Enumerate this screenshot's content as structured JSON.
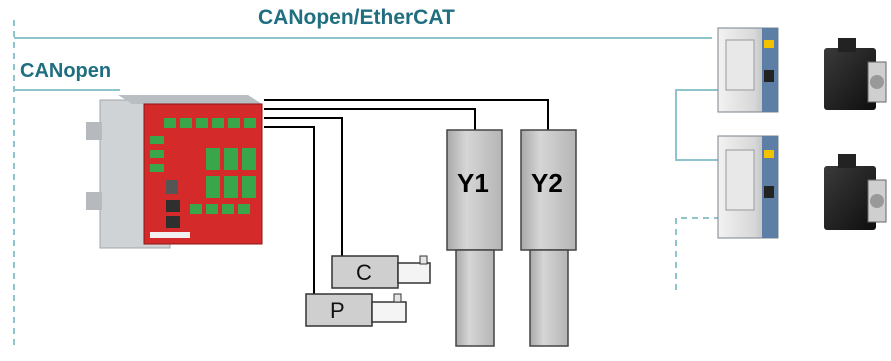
{
  "labels": {
    "bus_title": "CANopen/EtherCAT",
    "canopen_title": "CANopen",
    "cylinder_y1": "Y1",
    "cylinder_y2": "Y2",
    "actuator_c": "C",
    "actuator_p": "P"
  },
  "colors": {
    "bus_line": "#8fc4cc",
    "label_text": "#1f6f80",
    "controller_red": "#d42a2a",
    "cylinder_gray": "#c8c8c8",
    "wire": "#000000"
  }
}
